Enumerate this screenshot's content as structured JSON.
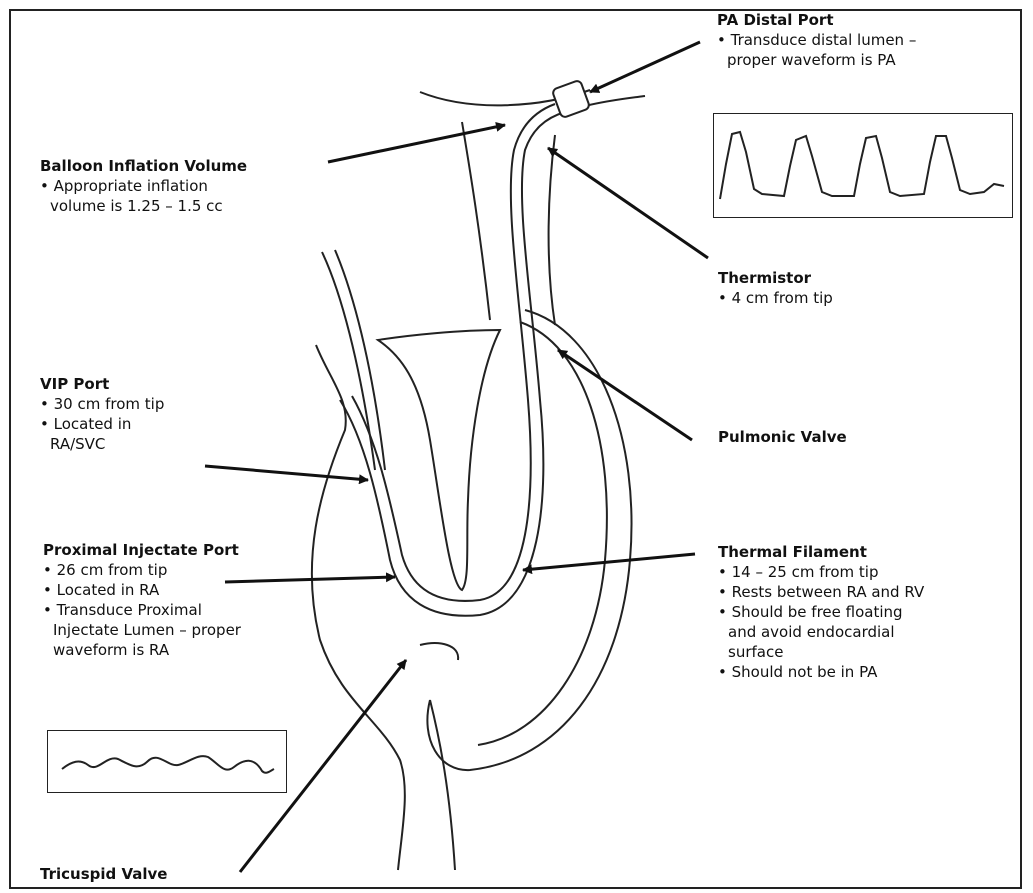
{
  "labels": {
    "pa_distal_port": {
      "title": "PA Distal Port",
      "lines": [
        "• Transduce distal lumen –",
        "proper waveform  is  PA"
      ]
    },
    "balloon_inflation": {
      "title": "Balloon Inflation Volume",
      "lines": [
        "• Appropriate inflation",
        "volume is 1.25 – 1.5 cc"
      ]
    },
    "thermistor": {
      "title": "Thermistor",
      "lines": [
        "• 4 cm from tip"
      ]
    },
    "vip_port": {
      "title": "VIP  Port",
      "lines": [
        "• 30 cm from tip",
        "• Located in",
        "RA/SVC"
      ]
    },
    "pulmonic_valve": {
      "title": "Pulmonic Valve"
    },
    "proximal_injectate": {
      "title": "Proximal Injectate Port",
      "lines": [
        "• 26 cm from tip",
        "• Located in RA",
        "• Transduce Proximal",
        "Injectate Lumen – proper",
        "waveform is RA"
      ]
    },
    "thermal_filament": {
      "title": "Thermal Filament",
      "lines": [
        "• 14 – 25 cm from tip",
        "• Rests between RA and RV",
        "• Should be free floating",
        "and avoid endocardial",
        "surface",
        "• Should not be in PA"
      ]
    },
    "tricuspid_valve": {
      "title": "Tricuspid Valve"
    }
  },
  "waveforms": {
    "pa": "PA",
    "ra": "RA"
  }
}
